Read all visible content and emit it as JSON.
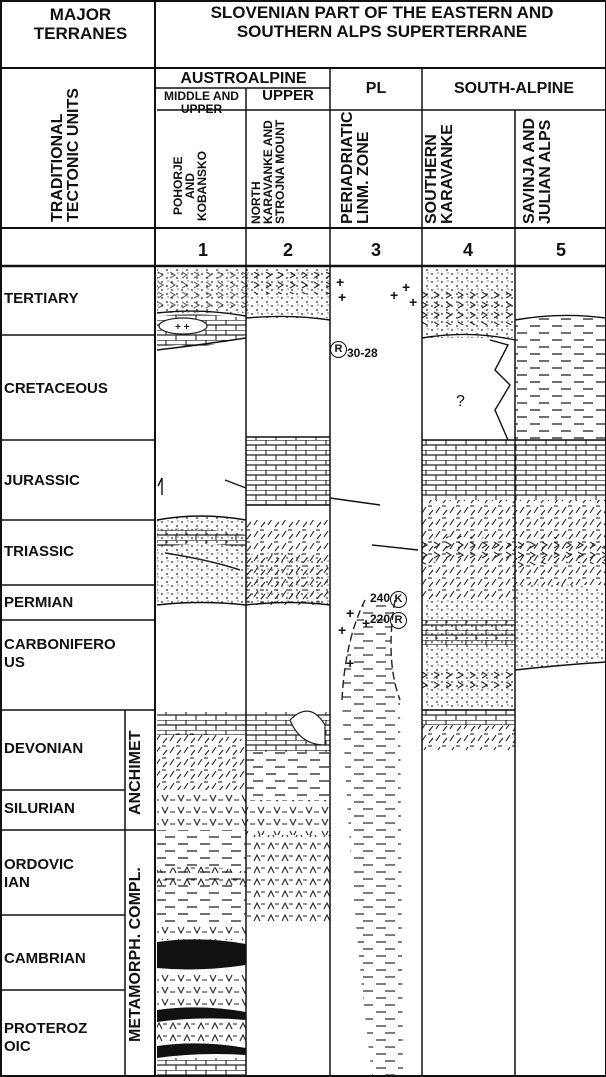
{
  "header": {
    "major_terranes": "MAJOR TERRANES",
    "superterrane": "SLOVENIAN PART OF THE EASTERN AND SOUTHERN ALPS SUPERTERRANE",
    "traditional_units": "TRADITIONAL TECTONIC UNITS",
    "austroalpine": "AUSTROALPINE",
    "middle_upper": "MIDDLE AND UPPER",
    "upper": "UPPER",
    "pl": "PL",
    "south_alpine": "SOUTH-ALPINE"
  },
  "columns": [
    {
      "num": "1",
      "label": "POHORJE AND KOBANSKO"
    },
    {
      "num": "2",
      "label": "NORTH KARAVANKE AND STROJNA MOUNT"
    },
    {
      "num": "3",
      "label": "PERIADRIATIC LINM. ZONE"
    },
    {
      "num": "4",
      "label": "SOUTHERN KARAVANKE"
    },
    {
      "num": "5",
      "label": "SAVINJA AND JULIAN ALPS"
    }
  ],
  "periods": [
    {
      "name": "TERTIARY"
    },
    {
      "name": "CRETACEOUS"
    },
    {
      "name": "JURASSIC"
    },
    {
      "name": "TRIASSIC"
    },
    {
      "name": "PERMIAN"
    },
    {
      "name": "CARBONIFEROUS"
    },
    {
      "name": "DEVONIAN"
    },
    {
      "name": "SILURIAN"
    },
    {
      "name": "ORDOVICIAN"
    },
    {
      "name": "CAMBRIAN"
    },
    {
      "name": "PROTEROZOIC"
    }
  ],
  "side_labels": {
    "anchimet": "ANCHIMET",
    "metamorph": "METAMORPH. COMPL."
  },
  "annotations": {
    "age_tertiary": "30-28",
    "age_k": "240",
    "age_r": "220",
    "k": "K",
    "r": "R",
    "question": "?"
  }
}
